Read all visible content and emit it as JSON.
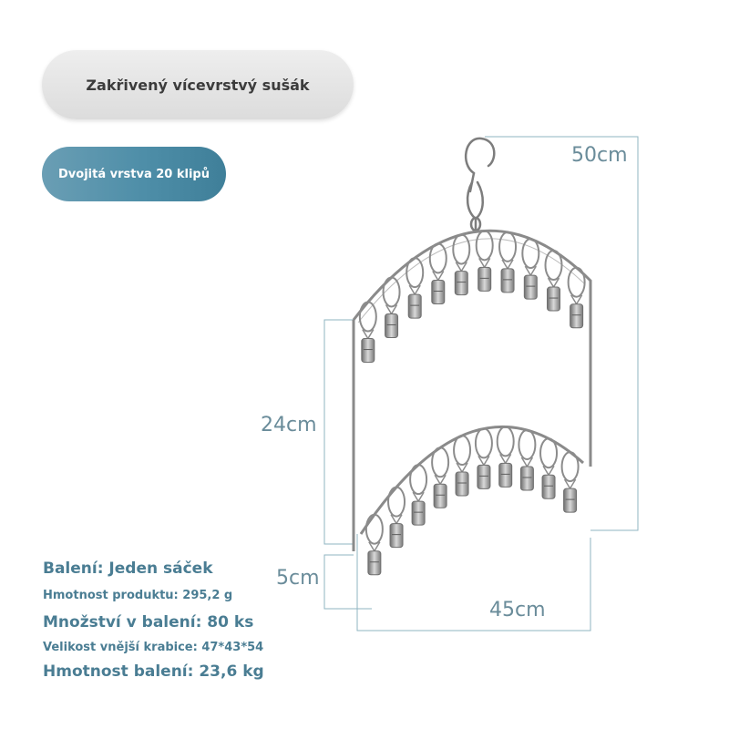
{
  "product_title": "Zakřivený vícevrstvý sušák",
  "feature_badge": "Dvojitá vrstva 20 klipů",
  "dimensions": {
    "height_total": "50cm",
    "height_middle": "24cm",
    "clip_drop": "5cm",
    "width": "45cm"
  },
  "specs": {
    "packaging": "Balení: Jeden sáček",
    "product_weight": "Hmotnost produktu: 295,2 g",
    "quantity": "Množství v balení: 80 ks",
    "outer_box_size": "Velikost vnější krabice: 47*43*54",
    "package_weight": "Hmotnost balení: 23,6 kg"
  },
  "colors": {
    "accent": "#4a7d93",
    "dimension_line": "#8fb4c2",
    "metal": "#8c8c8c"
  }
}
